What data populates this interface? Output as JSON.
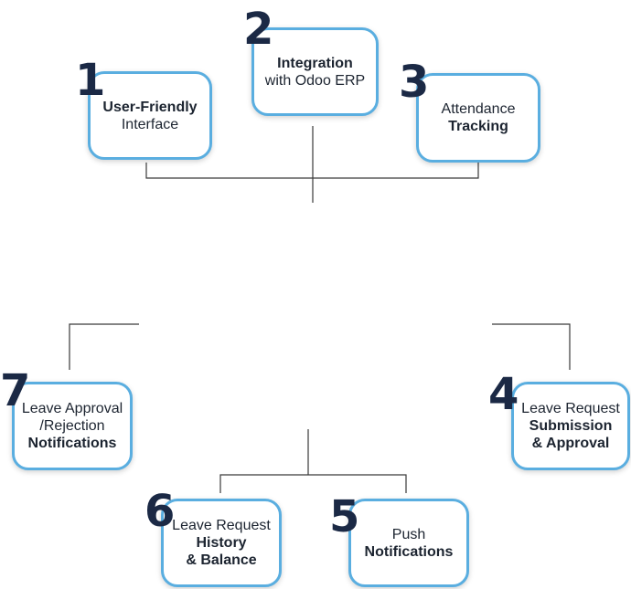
{
  "features": [
    {
      "number": "1",
      "line1": "User-Friendly",
      "line2": "Interface",
      "line3": ""
    },
    {
      "number": "2",
      "line1": "Integration",
      "line2": "with Odoo ERP",
      "line3": ""
    },
    {
      "number": "3",
      "line1": "Attendance",
      "line2": "Tracking",
      "line3": ""
    },
    {
      "number": "4",
      "line1": "Leave Request",
      "line2": "Submission",
      "line3": "& Approval"
    },
    {
      "number": "5",
      "line1": "Push",
      "line2": "Notifications",
      "line3": ""
    },
    {
      "number": "6",
      "line1": "Leave Request",
      "line2": "History",
      "line3": "& Balance"
    },
    {
      "number": "7",
      "line1": "Leave Approval",
      "line2": "/Rejection",
      "line3": "Notifications"
    }
  ],
  "colors": {
    "box_border": "#5aaee0",
    "number": "#1b2945",
    "connector": "#3a3a3a"
  }
}
